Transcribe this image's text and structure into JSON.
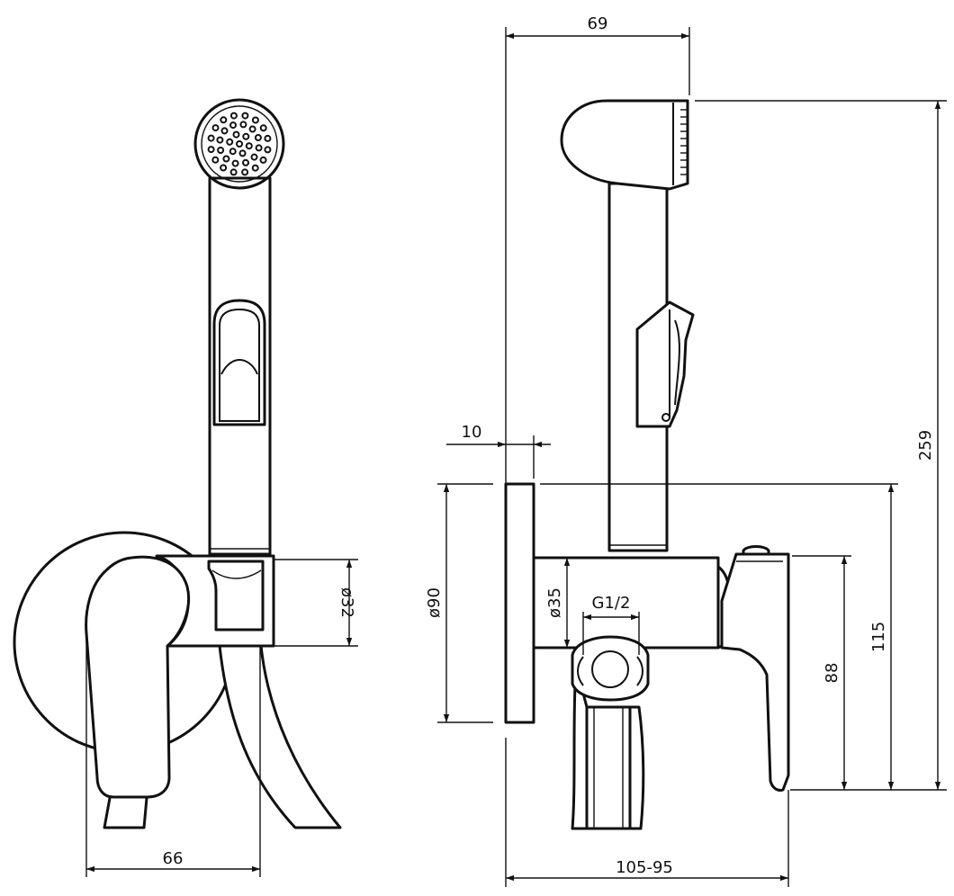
{
  "dimensions": {
    "width_side": "66",
    "body_diameter": "ø32",
    "top_width": "69",
    "plate_thickness": "10",
    "plate_diameter": "ø90",
    "inlet_diameter": "ø35",
    "thread": "G1/2",
    "depth_range": "105-95",
    "overall_height": "259",
    "body_height": "115",
    "lever_height": "88"
  }
}
